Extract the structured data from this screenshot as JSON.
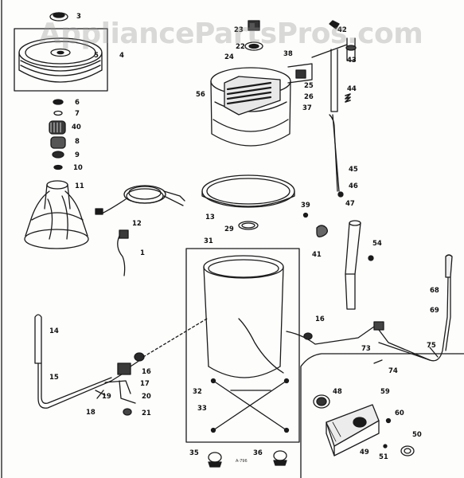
{
  "watermark": "AppliancePartsPros.com",
  "colors": {
    "ink": "#1a1a1a",
    "paper": "#fdfdfc",
    "watermark": "#969696"
  },
  "diagram_code": "A-796",
  "callouts": [
    {
      "id": "c3",
      "text": "3"
    },
    {
      "id": "c4",
      "text": "4"
    },
    {
      "id": "c5",
      "text": "5"
    },
    {
      "id": "c6",
      "text": "6"
    },
    {
      "id": "c7",
      "text": "7"
    },
    {
      "id": "c40",
      "text": "40"
    },
    {
      "id": "c8",
      "text": "8"
    },
    {
      "id": "c9",
      "text": "9"
    },
    {
      "id": "c10",
      "text": "10"
    },
    {
      "id": "c11",
      "text": "11"
    },
    {
      "id": "c12",
      "text": "12"
    },
    {
      "id": "c1",
      "text": "1"
    },
    {
      "id": "c14",
      "text": "14"
    },
    {
      "id": "c15",
      "text": "15"
    },
    {
      "id": "c16",
      "text": "16"
    },
    {
      "id": "c17",
      "text": "17"
    },
    {
      "id": "c18",
      "text": "18"
    },
    {
      "id": "c19",
      "text": "19"
    },
    {
      "id": "c20",
      "text": "20"
    },
    {
      "id": "c21",
      "text": "21"
    },
    {
      "id": "c13",
      "text": "13"
    },
    {
      "id": "c29",
      "text": "29"
    },
    {
      "id": "c31",
      "text": "31"
    },
    {
      "id": "c32",
      "text": "32"
    },
    {
      "id": "c33",
      "text": "33"
    },
    {
      "id": "c35",
      "text": "35"
    },
    {
      "id": "c36",
      "text": "36"
    },
    {
      "id": "c23",
      "text": "23"
    },
    {
      "id": "c22",
      "text": "22"
    },
    {
      "id": "c24",
      "text": "24"
    },
    {
      "id": "c25",
      "text": "25"
    },
    {
      "id": "c26",
      "text": "26"
    },
    {
      "id": "c56",
      "text": "56"
    },
    {
      "id": "c38",
      "text": "38"
    },
    {
      "id": "c42",
      "text": "42"
    },
    {
      "id": "c43",
      "text": "43"
    },
    {
      "id": "c44",
      "text": "44"
    },
    {
      "id": "c37",
      "text": "37"
    },
    {
      "id": "c45",
      "text": "45"
    },
    {
      "id": "c46",
      "text": "46"
    },
    {
      "id": "c39",
      "text": "39"
    },
    {
      "id": "c47",
      "text": "47"
    },
    {
      "id": "c41",
      "text": "41"
    },
    {
      "id": "c54",
      "text": "54"
    },
    {
      "id": "c68",
      "text": "68"
    },
    {
      "id": "c69",
      "text": "69"
    },
    {
      "id": "c16b",
      "text": "16"
    },
    {
      "id": "c73",
      "text": "73"
    },
    {
      "id": "c75",
      "text": "75"
    },
    {
      "id": "c74",
      "text": "74"
    },
    {
      "id": "c48",
      "text": "48"
    },
    {
      "id": "c59",
      "text": "59"
    },
    {
      "id": "c60",
      "text": "60"
    },
    {
      "id": "c50",
      "text": "50"
    },
    {
      "id": "c49",
      "text": "49"
    },
    {
      "id": "c51",
      "text": "51"
    }
  ]
}
